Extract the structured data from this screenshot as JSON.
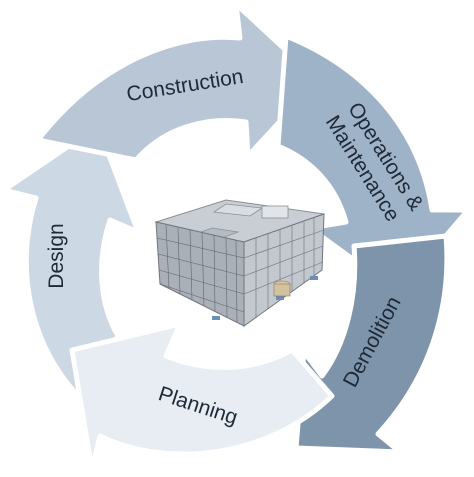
{
  "diagram": {
    "stages": [
      {
        "label": "Construction",
        "color": "#b8c6d6"
      },
      {
        "label_line1": "Operations &",
        "label_line2": "Maintenance",
        "color": "#9fb3c8"
      },
      {
        "label": "Demolition",
        "color": "#7d94ab"
      },
      {
        "label": "Planning",
        "color": "#e7edf3"
      },
      {
        "label": "Design",
        "color": "#ccd8e4"
      }
    ],
    "center_image": "building-3d-model",
    "arrow_outline_color": "#ffffff"
  }
}
